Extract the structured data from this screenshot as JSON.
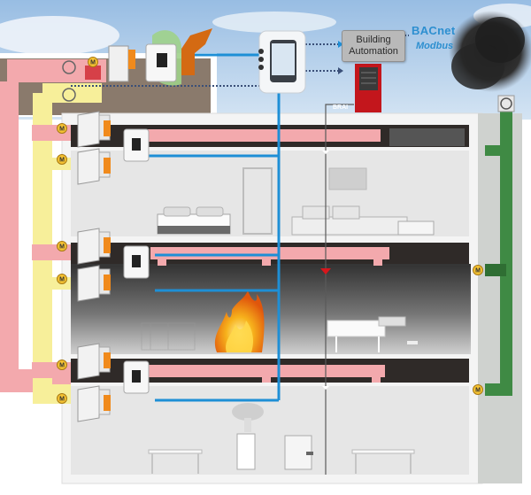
{
  "title": "Smoke control system building cross-section",
  "labels": {
    "building_automation_line1": "Building",
    "building_automation_line2": "Automation",
    "protocol_1": "BACnet",
    "protocol_2": "Modbus",
    "fire_panel_label": "BRAI"
  },
  "damper_badge_letter": "M",
  "colors": {
    "sky": "#a9c7e6",
    "supply_duct": "#f3a9ad",
    "return_duct": "#f7ef9a",
    "exhaust_duct": "#4e9a50",
    "control_line": "#1e8fd6",
    "signal_line": "#3a4f78",
    "smoke": "#2a2a2a",
    "fire": "#f08a10",
    "fire_panel": "#c3161c",
    "floor_slab": "#2f2a28",
    "room": "#e4e4e4"
  },
  "floors": [
    {
      "name": "floor-1",
      "furniture": [
        "bed",
        "bookshelf",
        "sofa",
        "painting"
      ],
      "state": "normal"
    },
    {
      "name": "floor-2",
      "furniture": [
        "chairs",
        "piano"
      ],
      "state": "fire-and-smoke"
    },
    {
      "name": "floor-3",
      "furniture": [
        "water-cooler",
        "plant",
        "copier",
        "tables"
      ],
      "state": "normal"
    }
  ]
}
